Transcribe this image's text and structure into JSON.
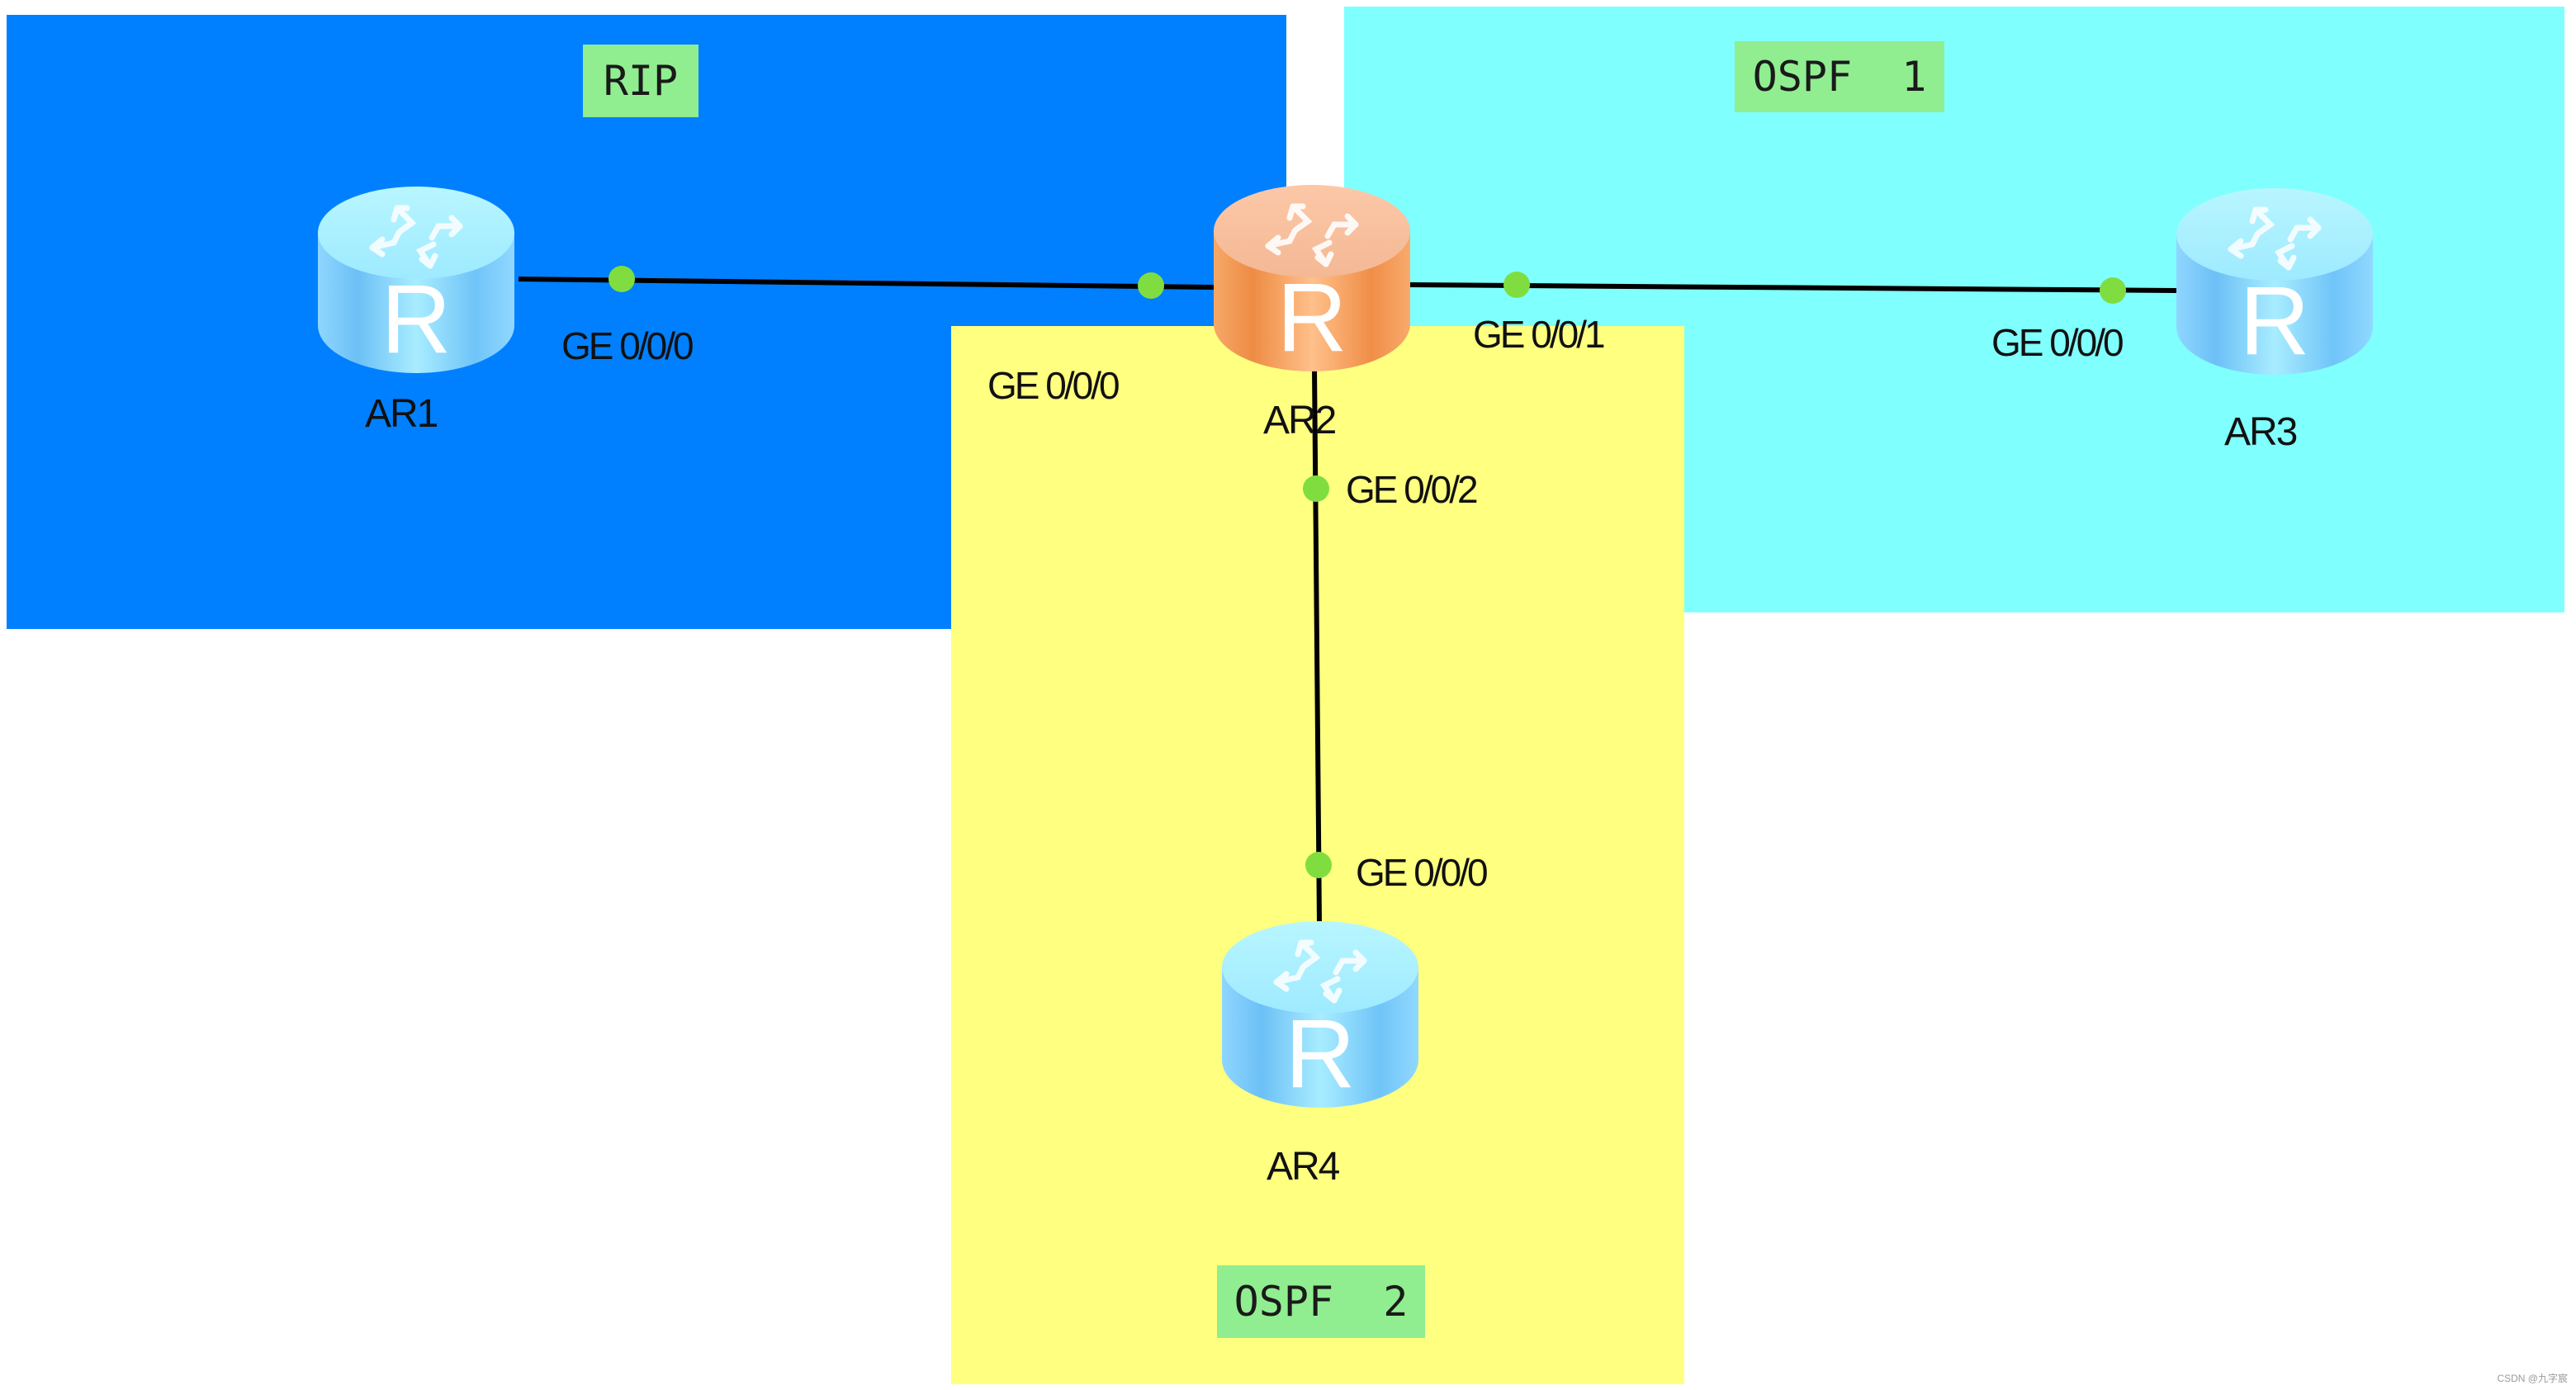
{
  "diagram": {
    "title": "RIP / OSPF route redistribution topology",
    "areas": [
      {
        "id": "rip",
        "label": "RIP",
        "color": "#0080ff"
      },
      {
        "id": "ospf1",
        "label": "OSPF  1",
        "color": "#80ffff"
      },
      {
        "id": "ospf2",
        "label": "OSPF  2",
        "color": "#ffff80"
      }
    ],
    "area_label_color": "#90ee90",
    "routers": [
      {
        "id": "AR1",
        "name": "AR1",
        "color": "blue"
      },
      {
        "id": "AR2",
        "name": "AR2",
        "color": "orange"
      },
      {
        "id": "AR3",
        "name": "AR3",
        "color": "blue"
      },
      {
        "id": "AR4",
        "name": "AR4",
        "color": "blue"
      }
    ],
    "router_glyph": "R",
    "links": [
      {
        "from": "AR1",
        "from_port": "GE 0/0/0",
        "to": "AR2",
        "to_port": "GE 0/0/0"
      },
      {
        "from": "AR2",
        "from_port": "GE 0/0/1",
        "to": "AR3",
        "to_port": "GE 0/0/0"
      },
      {
        "from": "AR2",
        "from_port": "GE 0/0/2",
        "to": "AR4",
        "to_port": "GE 0/0/0"
      }
    ],
    "link_color": "#000000",
    "port_dot_color": "#80dd40"
  },
  "watermark": "CSDN @九字宸"
}
